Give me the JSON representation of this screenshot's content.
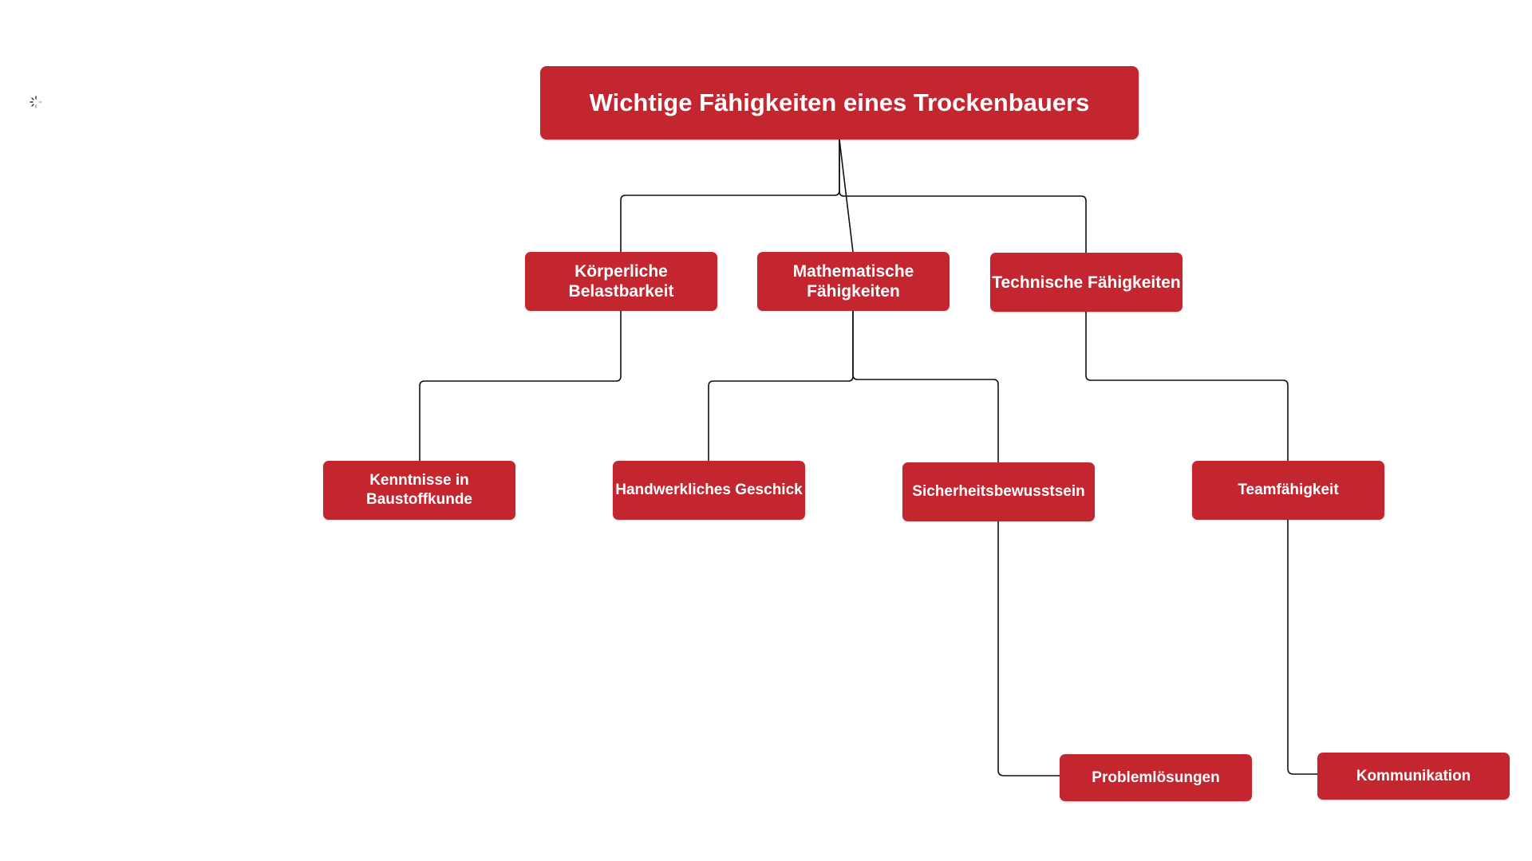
{
  "diagram": {
    "title": "Wichtige Fähigkeiten eines Trockenbauers",
    "nodes": {
      "koerperliche": "Körperliche Belastbarkeit",
      "mathematische": "Mathematische Fähigkeiten",
      "technische": "Technische Fähigkeiten",
      "kenntnisse": "Kenntnisse in Baustoffkunde",
      "handwerkliches": "Handwerkliches Geschick",
      "sicherheit": "Sicherheitsbewusstsein",
      "team": "Teamfähigkeit",
      "problem": "Problemlösungen",
      "kommunikation": "Kommunikation"
    },
    "edges": [
      [
        "title",
        "koerperliche"
      ],
      [
        "title",
        "mathematische"
      ],
      [
        "title",
        "technische"
      ],
      [
        "koerperliche",
        "kenntnisse"
      ],
      [
        "mathematische",
        "handwerkliches"
      ],
      [
        "mathematische",
        "sicherheit"
      ],
      [
        "technische",
        "team"
      ],
      [
        "sicherheit",
        "problem"
      ],
      [
        "team",
        "kommunikation"
      ]
    ],
    "colors": {
      "node_fill": "#c3262f",
      "node_text": "#ffffff",
      "connector": "#111111"
    }
  },
  "icons": {
    "loading": "loading-spinner-icon"
  }
}
